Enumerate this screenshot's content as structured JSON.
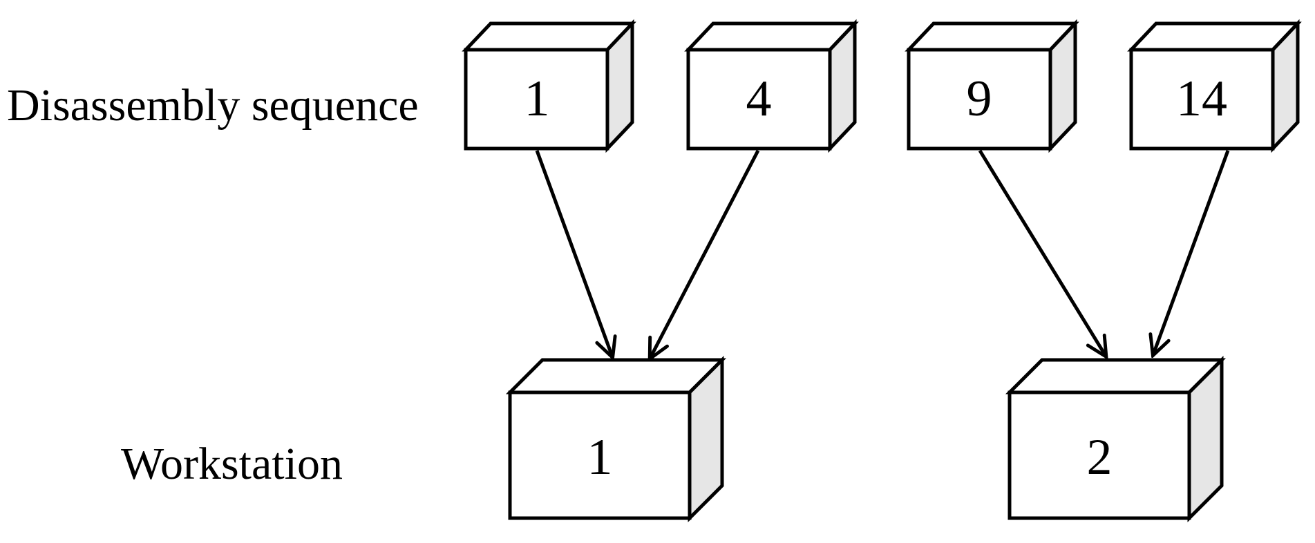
{
  "figure": {
    "type": "diagram",
    "description": "Mapping of disassembly sequence tasks to workstations",
    "colors": {
      "background": "#ffffff",
      "line": "#000000",
      "box_face": "#ffffff",
      "box_side": "#e6e6e6"
    },
    "rows": {
      "top_label": "Disassembly sequence",
      "bottom_label": "Workstation"
    },
    "disassembly_boxes": [
      {
        "id": "task-1",
        "label": "1"
      },
      {
        "id": "task-4",
        "label": "4"
      },
      {
        "id": "task-9",
        "label": "9"
      },
      {
        "id": "task-14",
        "label": "14"
      }
    ],
    "workstations": [
      {
        "id": "workstation-1",
        "label": "1"
      },
      {
        "id": "workstation-2",
        "label": "2"
      }
    ],
    "edges": [
      {
        "from": "task-1",
        "to": "workstation-1"
      },
      {
        "from": "task-4",
        "to": "workstation-1"
      },
      {
        "from": "task-9",
        "to": "workstation-2"
      },
      {
        "from": "task-14",
        "to": "workstation-2"
      }
    ]
  }
}
